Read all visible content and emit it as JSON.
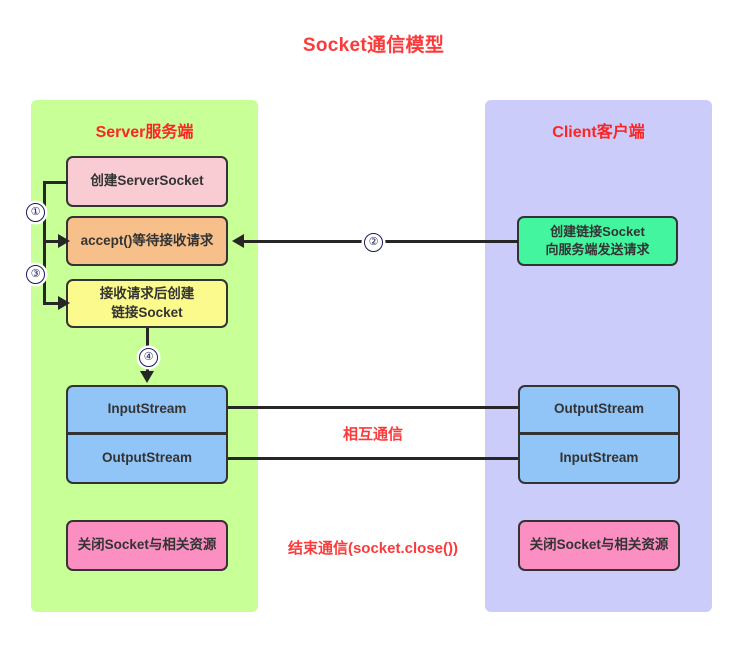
{
  "title": "Socket通信模型",
  "colors": {
    "title": "#fb3b3b",
    "panel_title": "#fb2525",
    "server_panel_bg": "#c8ff97",
    "client_panel_bg": "#ccccfa",
    "node_border": "#333333",
    "line": "#262626",
    "create_serversocket_bg": "#f9ccd3",
    "accept_bg": "#f7c08a",
    "create_link_socket_bg": "#fbfa8c",
    "stream_bg": "#92c5f7",
    "close_bg": "#fb8fc2",
    "client_connect_bg": "#44f5a0"
  },
  "server": {
    "panel_title": "Server服务端",
    "nodes": {
      "create_serversocket": "创建ServerSocket",
      "accept": "accept()等待接收请求",
      "create_link_socket_line1": "接收请求后创建",
      "create_link_socket_line2": "链接Socket",
      "input_stream": "InputStream",
      "output_stream": "OutputStream",
      "close": "关闭Socket与相关资源"
    }
  },
  "client": {
    "panel_title": "Client客户端",
    "nodes": {
      "connect_line1": "创建链接Socket",
      "connect_line2": "向服务端发送请求",
      "output_stream": "OutputStream",
      "input_stream": "InputStream",
      "close": "关闭Socket与相关资源"
    }
  },
  "steps": {
    "step1": "①",
    "step2": "②",
    "step3": "③",
    "step4": "④"
  },
  "middle_labels": {
    "mutual_communication": "相互通信",
    "end_communication": "结束通信(socket.close())"
  }
}
